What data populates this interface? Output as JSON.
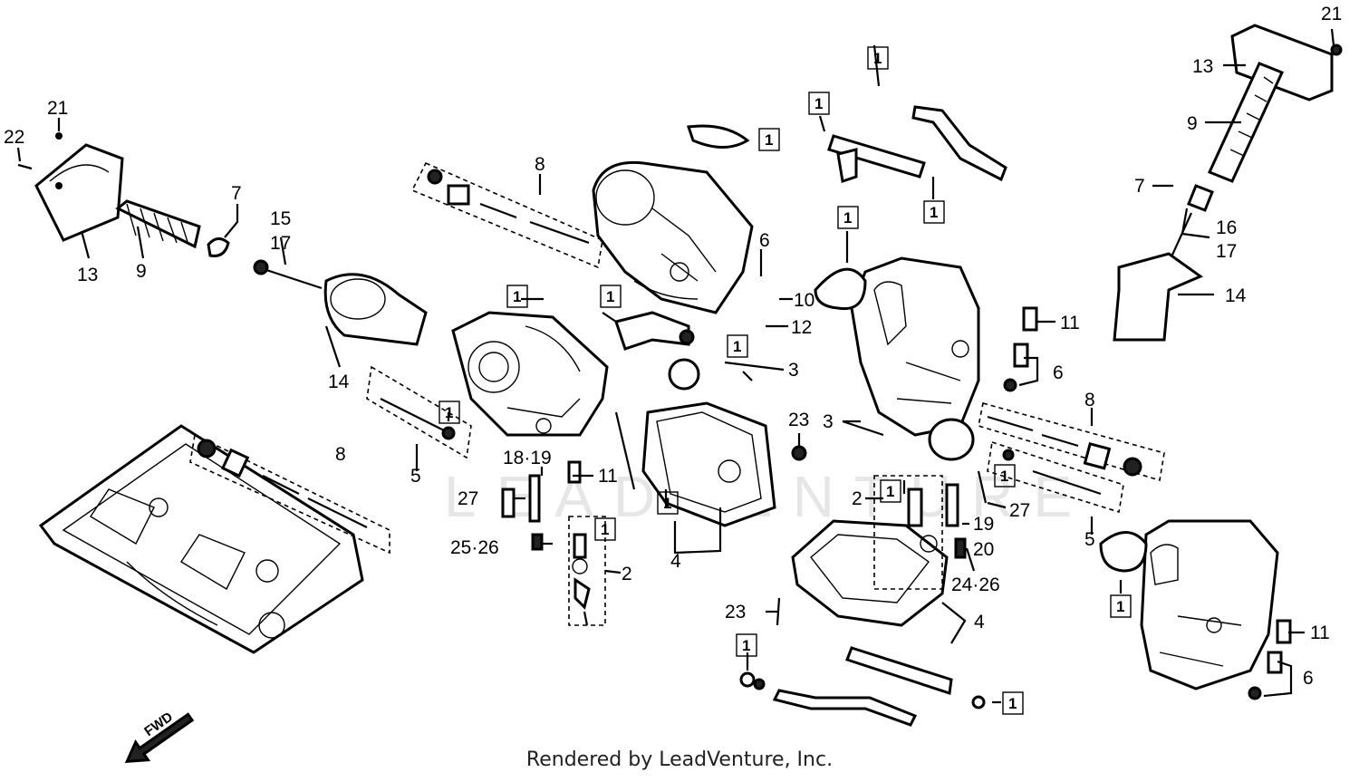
{
  "footer": "Rendered by LeadVenture, Inc.",
  "watermark": "LEADVENTURE",
  "fwd_label": "FWD",
  "callouts": [
    {
      "id": "c21a",
      "text": "21"
    },
    {
      "id": "c22",
      "text": "22"
    },
    {
      "id": "c13a",
      "text": "13"
    },
    {
      "id": "c9a",
      "text": "9"
    },
    {
      "id": "c7a",
      "text": "7"
    },
    {
      "id": "c15",
      "text": "15"
    },
    {
      "id": "c17a",
      "text": "17"
    },
    {
      "id": "c14a",
      "text": "14"
    },
    {
      "id": "c8a",
      "text": "8"
    },
    {
      "id": "c8b",
      "text": "8"
    },
    {
      "id": "c6a",
      "text": "6"
    },
    {
      "id": "c10",
      "text": "10"
    },
    {
      "id": "c12",
      "text": "12"
    },
    {
      "id": "c3a",
      "text": "3"
    },
    {
      "id": "c3b",
      "text": "3"
    },
    {
      "id": "c23a",
      "text": "23"
    },
    {
      "id": "c5a",
      "text": "5"
    },
    {
      "id": "c1819",
      "text": "18·19"
    },
    {
      "id": "c11a",
      "text": "11"
    },
    {
      "id": "c27a",
      "text": "27"
    },
    {
      "id": "c2526",
      "text": "25·26"
    },
    {
      "id": "c2a",
      "text": "2"
    },
    {
      "id": "c4a",
      "text": "4"
    },
    {
      "id": "c2b",
      "text": "2"
    },
    {
      "id": "c19",
      "text": "19"
    },
    {
      "id": "c20",
      "text": "20"
    },
    {
      "id": "c27b",
      "text": "27"
    },
    {
      "id": "c2426",
      "text": "24·26"
    },
    {
      "id": "c23b",
      "text": "23"
    },
    {
      "id": "c4b",
      "text": "4"
    },
    {
      "id": "c11b",
      "text": "11"
    },
    {
      "id": "c6b",
      "text": "6"
    },
    {
      "id": "c8c",
      "text": "8"
    },
    {
      "id": "c5b",
      "text": "5"
    },
    {
      "id": "c11c",
      "text": "11"
    },
    {
      "id": "c6c",
      "text": "6"
    },
    {
      "id": "c21b",
      "text": "21"
    },
    {
      "id": "c13b",
      "text": "13"
    },
    {
      "id": "c9b",
      "text": "9"
    },
    {
      "id": "c7b",
      "text": "7"
    },
    {
      "id": "c16",
      "text": "16"
    },
    {
      "id": "c17b",
      "text": "17"
    },
    {
      "id": "c14b",
      "text": "14"
    }
  ],
  "boxed_callouts": [
    {
      "id": "b01",
      "text": "1"
    },
    {
      "id": "b02",
      "text": "1"
    },
    {
      "id": "b03",
      "text": "1"
    },
    {
      "id": "b04",
      "text": "1"
    },
    {
      "id": "b05",
      "text": "1"
    },
    {
      "id": "b06",
      "text": "1"
    },
    {
      "id": "b07",
      "text": "1"
    },
    {
      "id": "b08",
      "text": "1"
    },
    {
      "id": "b09",
      "text": "1"
    },
    {
      "id": "b10",
      "text": "1"
    },
    {
      "id": "b11",
      "text": "1"
    },
    {
      "id": "b12",
      "text": "1"
    },
    {
      "id": "b13",
      "text": "1"
    },
    {
      "id": "b14",
      "text": "1"
    },
    {
      "id": "b15",
      "text": "1"
    },
    {
      "id": "b16",
      "text": "1"
    },
    {
      "id": "b17",
      "text": "1"
    },
    {
      "id": "b18",
      "text": "1"
    }
  ]
}
